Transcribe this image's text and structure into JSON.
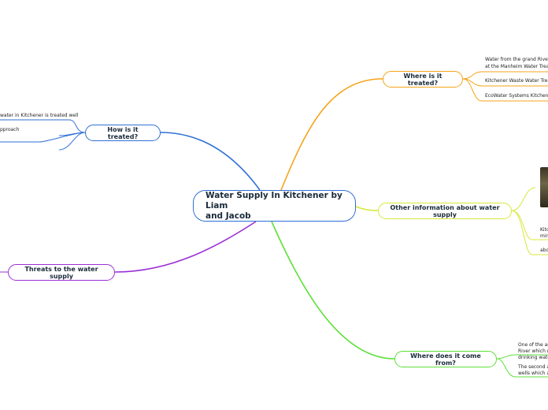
{
  "central": {
    "line1": "Water Supply In Kitchener by Liam",
    "line2": "and Jacob"
  },
  "colors": {
    "blue": "#2f6fd6",
    "orange": "#f5a31a",
    "yellow": "#d7e83a",
    "green": "#5ee03a",
    "purple": "#9b2fd6"
  },
  "topics": {
    "where_treated": {
      "label": "Where is it treated?",
      "leaves": [
        "Water from the grand River g",
        "at the Manheim Water Treat",
        "Kitchener Waste Water Treat",
        "EcoWater Systems Kitchener"
      ]
    },
    "how_treated": {
      "label": "How is it treated?",
      "leaves": [
        "water in Kitchener is treated well",
        "pproach"
      ]
    },
    "other_info": {
      "label": "Other information about water supply",
      "leaves": [
        "Kitc",
        "min",
        "abo"
      ]
    },
    "threats": {
      "label": "Threats to the water supply"
    },
    "where_from": {
      "label": "Where does it come from?",
      "leaves": [
        "One of the ar",
        "River which m",
        "drinking wate",
        "The second a",
        "wells which a"
      ]
    }
  }
}
